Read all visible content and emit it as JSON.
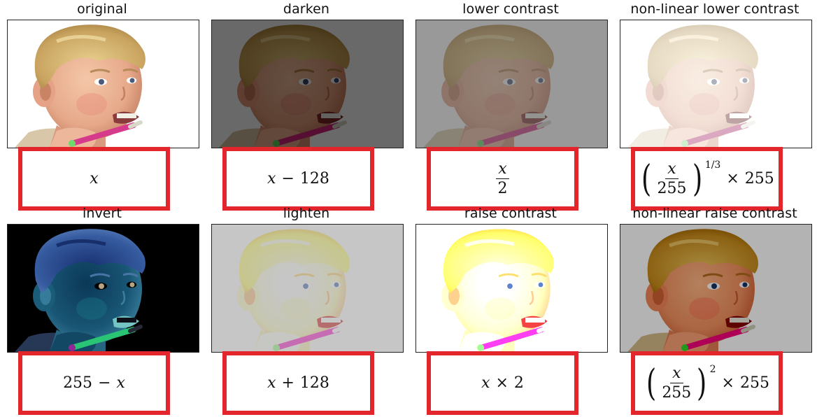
{
  "panels": [
    {
      "title": "original",
      "formula": "x",
      "style": "original"
    },
    {
      "title": "darken",
      "formula": "x − 128",
      "style": "darken"
    },
    {
      "title": "lower contrast",
      "formula": "x / 2",
      "style": "lowcontrast"
    },
    {
      "title": "non-linear lower contrast",
      "formula": "(x/255)^(1/3) × 255",
      "style": "nl-low"
    },
    {
      "title": "invert",
      "formula": "255 − x",
      "style": "invert"
    },
    {
      "title": "lighten",
      "formula": "x + 128",
      "style": "lighten"
    },
    {
      "title": "raise contrast",
      "formula": "x × 2",
      "style": "raise"
    },
    {
      "title": "non-linear raise contrast",
      "formula": "(x/255)^2 × 255",
      "style": "nl-raise"
    }
  ],
  "math": {
    "x": "x",
    "minus": "−",
    "plus": "+",
    "times": "×",
    "n128": "128",
    "n2": "2",
    "n255": "255",
    "exp13": "1/3",
    "exp2": "2",
    "lparen": "(",
    "rparen": ")"
  },
  "colors": {
    "box_border": "#e2262b"
  }
}
